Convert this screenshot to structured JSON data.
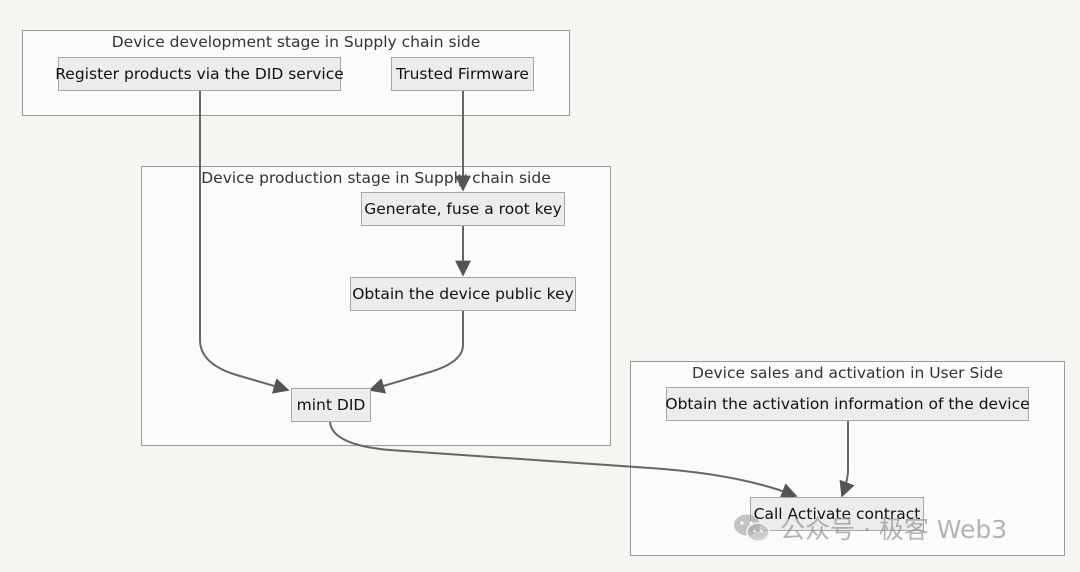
{
  "clusters": {
    "development": {
      "title": "Device development stage in Supply chain side"
    },
    "production": {
      "title": "Device production stage in Supply chain side"
    },
    "sales": {
      "title": "Device sales and activation in User Side"
    }
  },
  "nodes": {
    "register": "Register products via the DID service",
    "firmware": "Trusted Firmware",
    "generate_key": "Generate, fuse a root key",
    "public_key": "Obtain the device public key",
    "mint": "mint DID",
    "activation_info": "Obtain the activation information of the device",
    "activate": "Call Activate contract"
  },
  "edges": [
    {
      "from": "register",
      "to": "mint"
    },
    {
      "from": "firmware",
      "to": "generate_key"
    },
    {
      "from": "generate_key",
      "to": "public_key"
    },
    {
      "from": "public_key",
      "to": "mint"
    },
    {
      "from": "mint",
      "to": "activate"
    },
    {
      "from": "activation_info",
      "to": "activate"
    }
  ],
  "watermark": {
    "text": "公众号 · 极客 Web3",
    "icon": "wechat-icon"
  },
  "colors": {
    "background": "#f6f5f1",
    "node_fill": "#ececec",
    "edge": "#555555"
  }
}
